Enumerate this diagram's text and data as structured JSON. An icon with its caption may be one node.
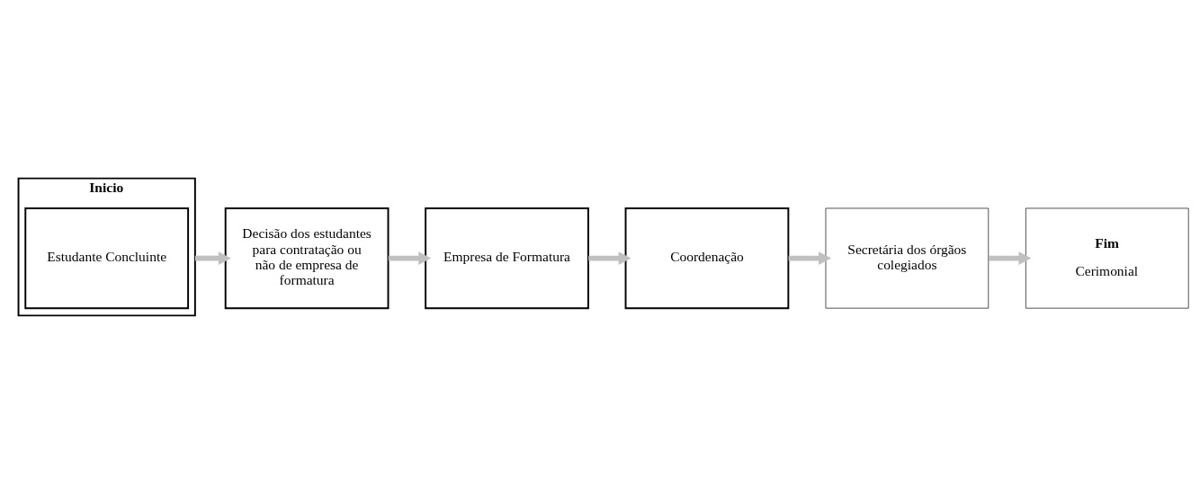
{
  "diagram": {
    "nodes": [
      {
        "text": [
          "Inicio"
        ]
      },
      {
        "text": [
          "Estudante Concluinte"
        ],
        "in": 0
      },
      {
        "text": [
          "Decisão dos estudantes para contratação ou não de empresa de formatura"
        ]
      },
      {
        "text": [
          "Empresa de Formatura"
        ]
      },
      {
        "text": [
          "Coordenação"
        ]
      },
      {
        "text": [
          "Secretária dos órgãos colegiados"
        ]
      },
      {
        "text": [
          "Fim",
          "Cerimonial"
        ]
      }
    ],
    "edges": [
      {
        "from": 0,
        "to": 2,
        "arrow": "to"
      },
      {
        "from": 2,
        "to": 3,
        "arrow": "to"
      },
      {
        "from": 3,
        "to": 4,
        "arrow": "to"
      },
      {
        "from": 4,
        "to": 5,
        "arrow": "to"
      },
      {
        "from": 5,
        "to": 6,
        "arrow": "to"
      }
    ]
  }
}
